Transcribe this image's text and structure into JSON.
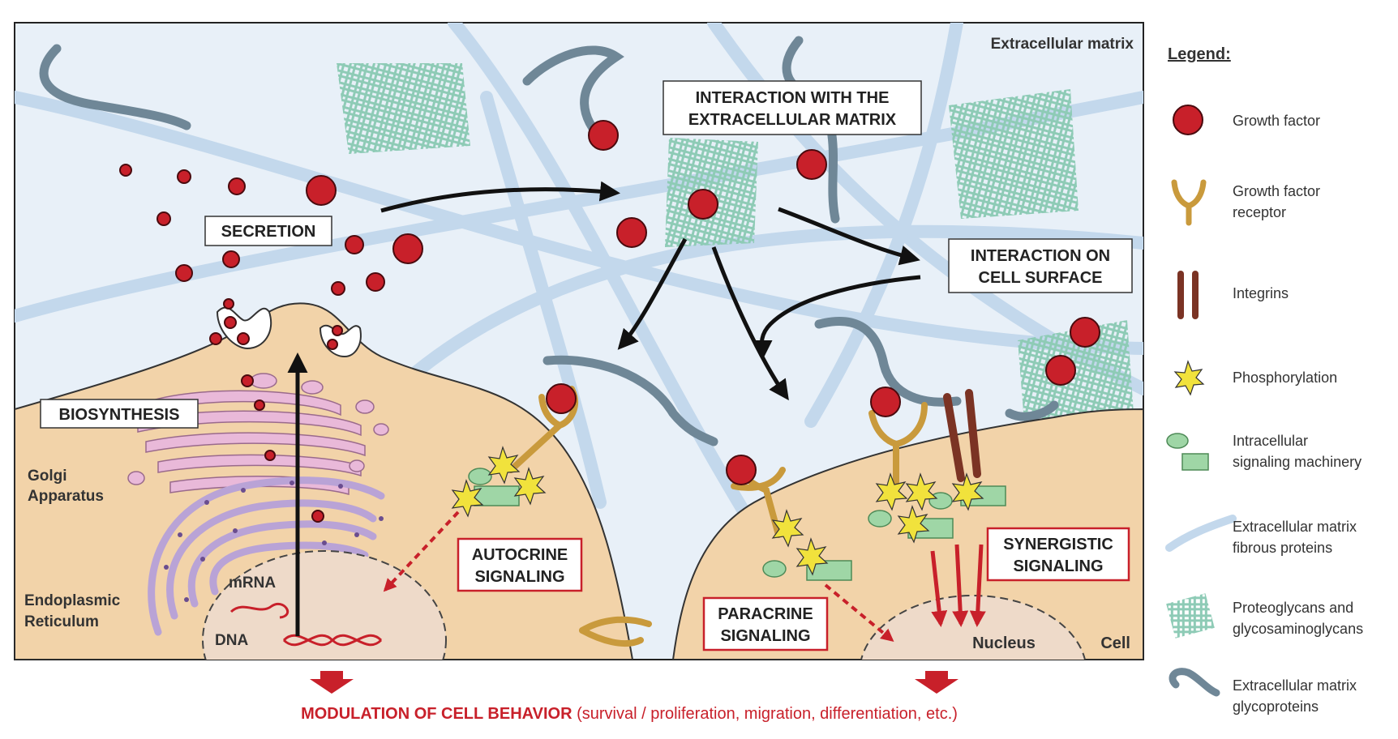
{
  "diagram": {
    "region_labels": {
      "extracellular_matrix": "Extracellular matrix",
      "cell": "Cell",
      "nucleus": "Nucleus",
      "golgi_line1": "Golgi",
      "golgi_line2": "Apparatus",
      "er_line1": "Endoplasmic",
      "er_line2": "Reticulum",
      "mrna": "mRNA",
      "dna": "DNA"
    },
    "process_boxes": {
      "secretion": "SECRETION",
      "biosynthesis": "BIOSYNTHESIS",
      "interaction_ecm_line1": "INTERACTION WITH THE",
      "interaction_ecm_line2": "EXTRACELLULAR MATRIX",
      "interaction_surface_line1": "INTERACTION ON",
      "interaction_surface_line2": "CELL SURFACE",
      "autocrine_line1": "AUTOCRINE",
      "autocrine_line2": "SIGNALING",
      "paracrine_line1": "PARACRINE",
      "paracrine_line2": "SIGNALING",
      "synergistic_line1": "SYNERGISTIC",
      "synergistic_line2": "SIGNALING"
    },
    "footer": {
      "bold": "MODULATION OF CELL BEHAVIOR",
      "rest": " (survival / proliferation, migration, differentiation, etc.)"
    },
    "legend": {
      "title": "Legend:",
      "items": [
        {
          "icon": "growth-factor-icon",
          "lines": [
            "Growth factor"
          ]
        },
        {
          "icon": "growth-factor-receptor-icon",
          "lines": [
            "Growth factor",
            "receptor"
          ]
        },
        {
          "icon": "integrin-icon",
          "lines": [
            "Integrins"
          ]
        },
        {
          "icon": "phosphorylation-icon",
          "lines": [
            "Phosphorylation"
          ]
        },
        {
          "icon": "signaling-machinery-icon",
          "lines": [
            "Intracellular",
            "signaling machinery"
          ]
        },
        {
          "icon": "fibrous-protein-icon",
          "lines": [
            "Extracellular matrix",
            "fibrous proteins"
          ]
        },
        {
          "icon": "proteoglycan-icon",
          "lines": [
            "Proteoglycans and",
            "glycosaminoglycans"
          ]
        },
        {
          "icon": "glycoprotein-icon",
          "lines": [
            "Extracellular matrix",
            "glycoproteins"
          ]
        }
      ]
    },
    "colors": {
      "ecm_background": "#e8f0f8",
      "fiber": "#c3d8ec",
      "cell": "#f2d3a9",
      "growth_factor": "#c8202a",
      "receptor": "#c99a3c",
      "integrin": "#7b3324",
      "mesh": "#8ecbb6",
      "glycoprotein": "#6f8797",
      "golgi": "#e9b9d9",
      "er": "#b9a3d6",
      "signaling": "#9fd6a6",
      "phospho": "#f1e23c",
      "accent_red": "#c8202a"
    }
  }
}
